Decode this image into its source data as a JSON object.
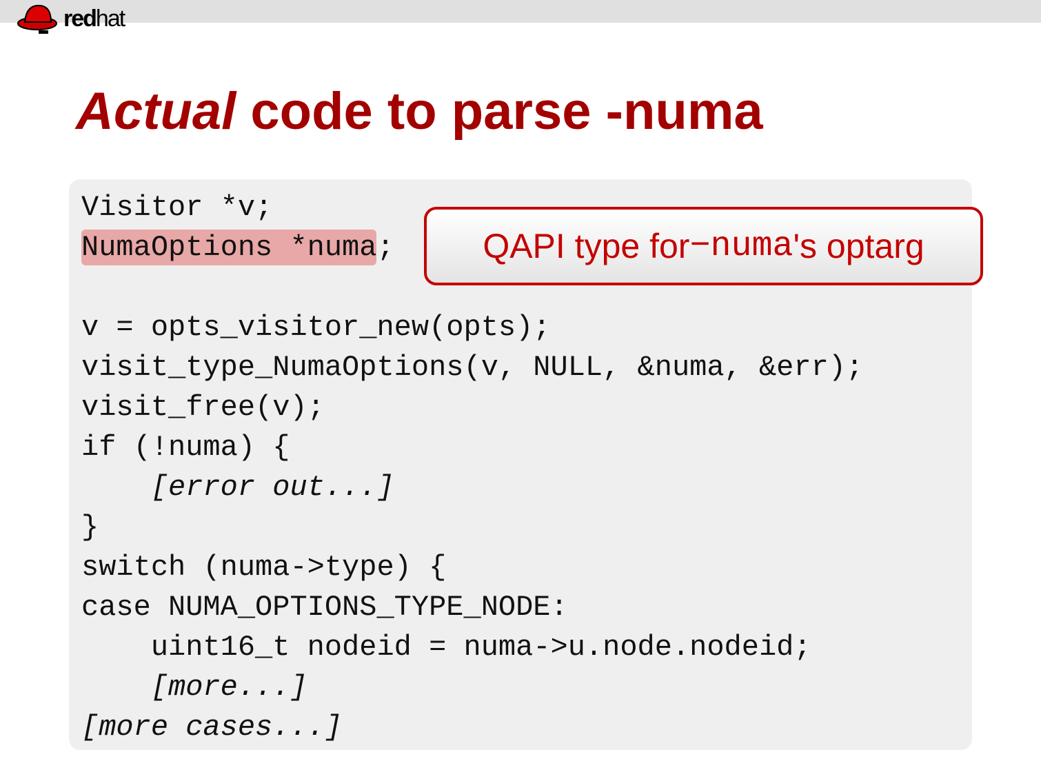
{
  "logo": {
    "text_bold": "red",
    "text_light": "hat",
    "brand_color": "#cc0000"
  },
  "title": {
    "emphasis": "Actual",
    "rest": " code to parse -numa"
  },
  "callout": {
    "pre": "QAPI type for ",
    "mono": "−numa",
    "post": "'s optarg"
  },
  "code": {
    "lines": [
      {
        "text": "Visitor *v;"
      },
      {
        "highlight": "NumaOptions *numa",
        "text": ";"
      },
      {
        "text": ""
      },
      {
        "text": "v = opts_visitor_new(opts);"
      },
      {
        "text": "visit_type_NumaOptions(v, NULL, &numa, &err);"
      },
      {
        "text": "visit_free(v);"
      },
      {
        "text": "if (!numa) {"
      },
      {
        "text": "    [error out...]",
        "italic": true
      },
      {
        "text": "}"
      },
      {
        "text": "switch (numa->type) {"
      },
      {
        "text": "case NUMA_OPTIONS_TYPE_NODE:"
      },
      {
        "text": "    uint16_t nodeid = numa->u.node.nodeid;"
      },
      {
        "text": "    [more...]",
        "italic": true
      },
      {
        "text": "[more cases...]",
        "italic": true
      }
    ]
  }
}
